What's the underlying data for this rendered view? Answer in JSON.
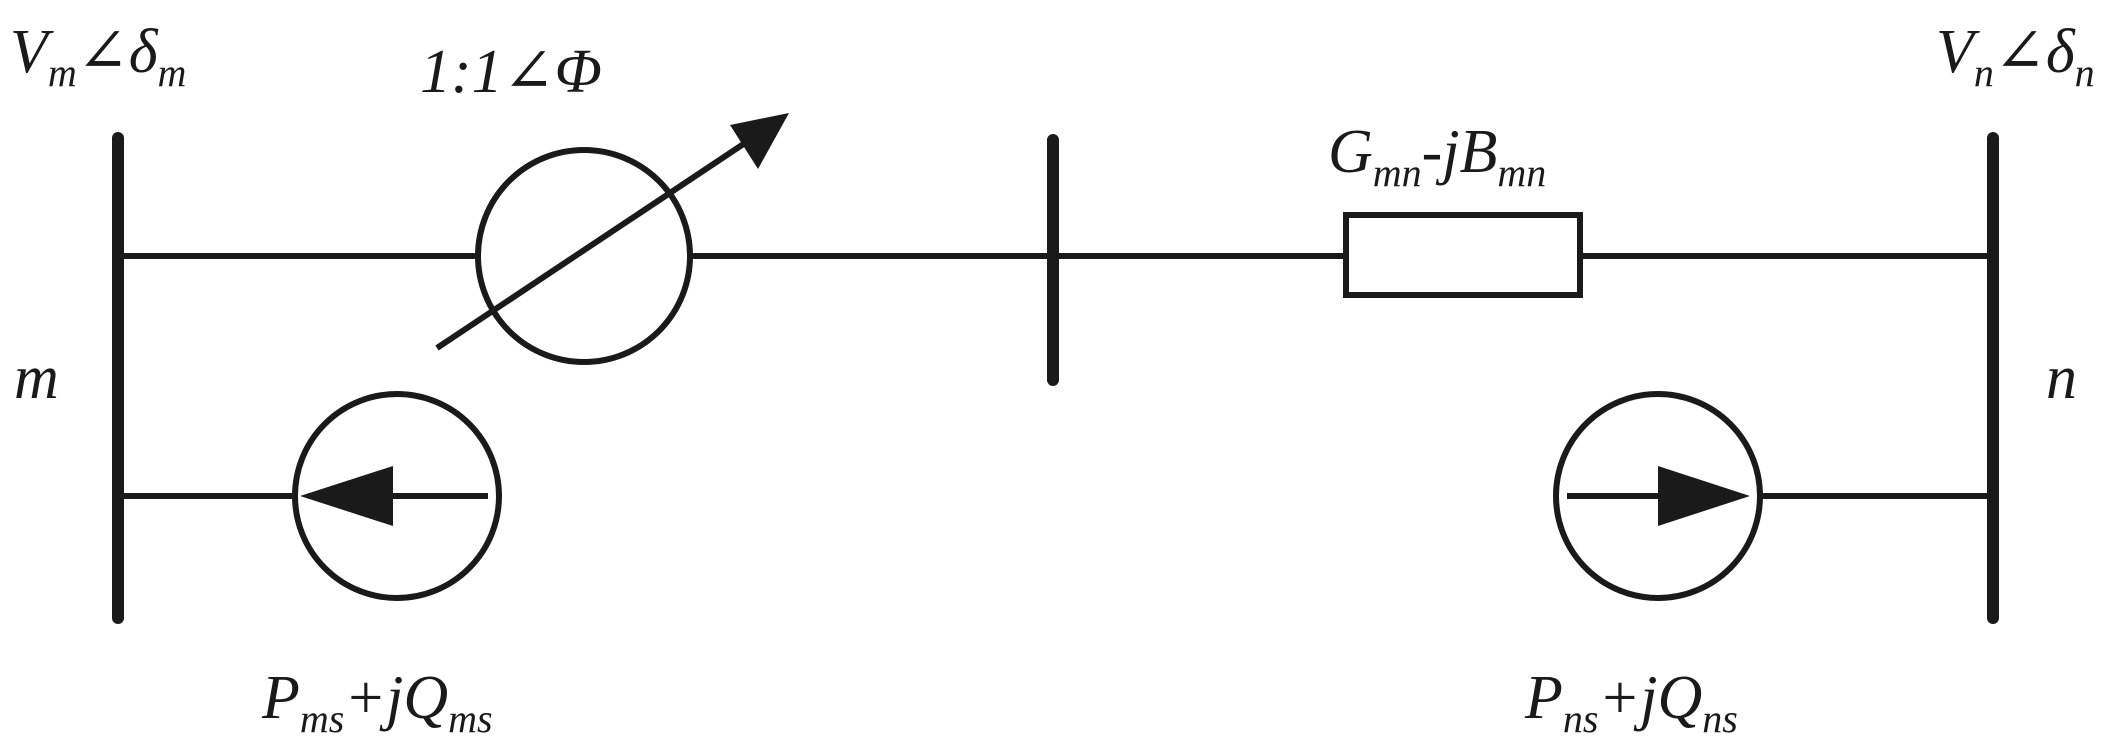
{
  "diagram": {
    "colors": {
      "stroke": "#1a1a1a",
      "background": "#ffffff"
    },
    "bus_m": {
      "name": "m",
      "voltage": {
        "main": "V",
        "main_sub": "m",
        "angle": "∠δ",
        "angle_sub": "m"
      }
    },
    "bus_n": {
      "name": "n",
      "voltage": {
        "main": "V",
        "main_sub": "n",
        "angle": "∠δ",
        "angle_sub": "n"
      }
    },
    "phase_shifter": {
      "label": "1:1∠Φ"
    },
    "line_impedance": {
      "g": "G",
      "g_sub": "mn",
      "sep": "-jB",
      "b_sub": "mn"
    },
    "injection_m": {
      "p": "P",
      "p_sub": "ms",
      "mid": "+jQ",
      "q_sub": "ms"
    },
    "injection_n": {
      "p": "P",
      "p_sub": "ns",
      "mid": "+jQ",
      "q_sub": "ns"
    }
  }
}
